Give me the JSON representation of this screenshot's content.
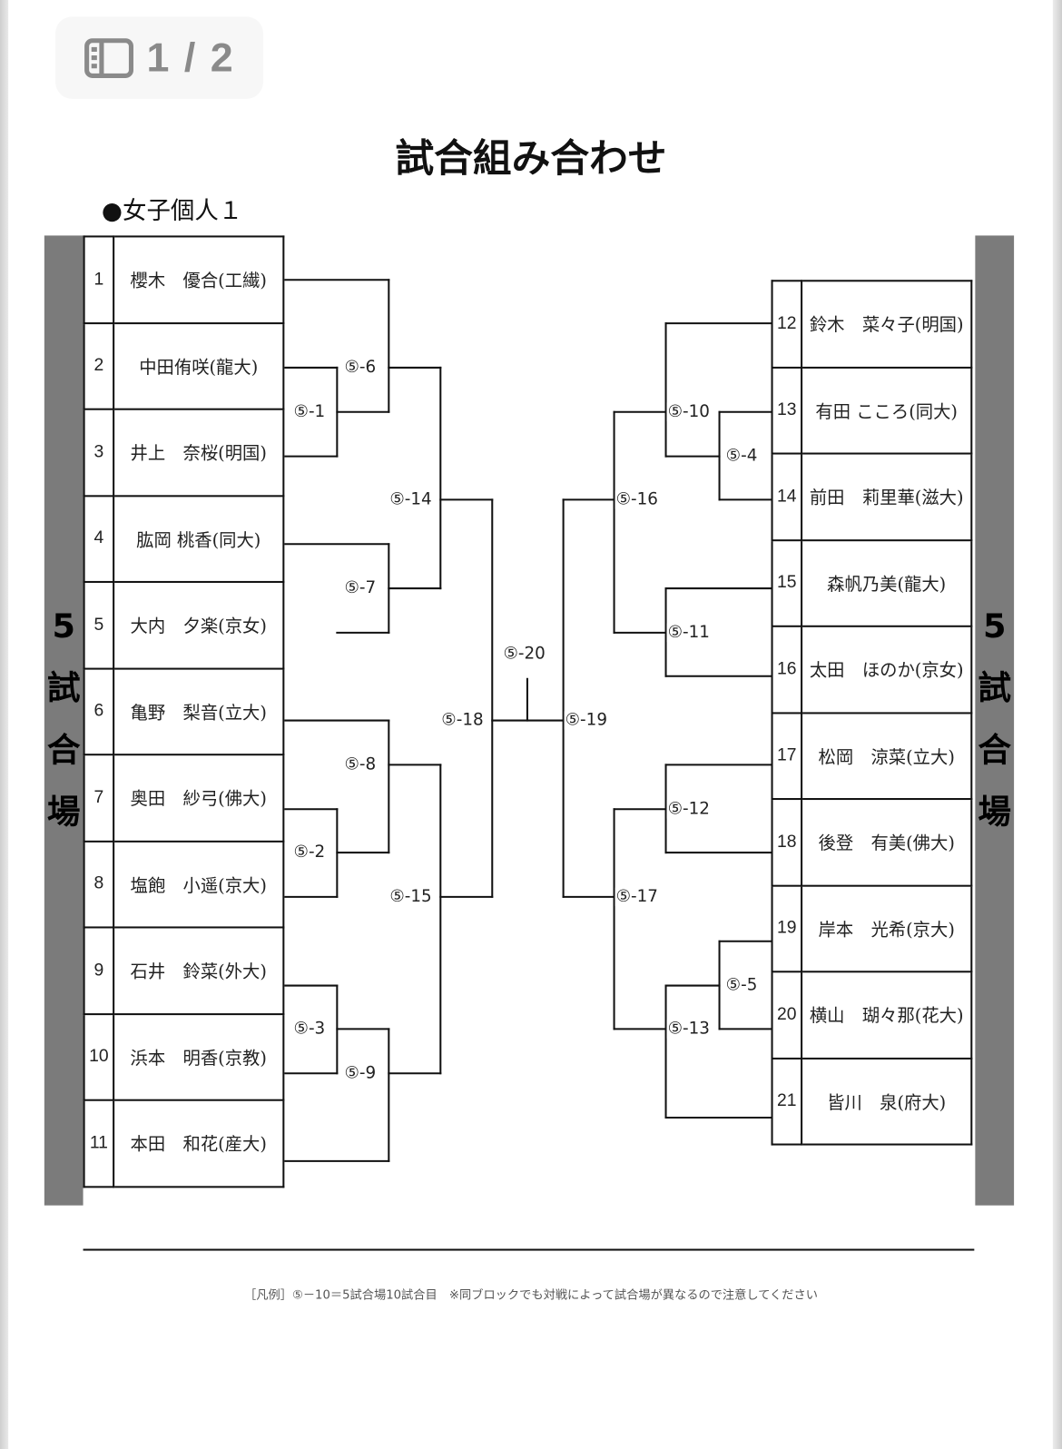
{
  "viewer": {
    "page_indicator": "1 / 2",
    "icon": "sidebar-icon"
  },
  "document": {
    "title": "試合組み合わせ",
    "subtitle": "●女子個人１",
    "venue_label": [
      "5",
      "試",
      "合",
      "場"
    ],
    "left_entries": [
      {
        "no": "1",
        "name": "櫻木　優合(工繊)"
      },
      {
        "no": "2",
        "name": "中田侑咲(龍大)"
      },
      {
        "no": "3",
        "name": "井上　奈桜(明国)"
      },
      {
        "no": "4",
        "name": "肱岡 桃香(同大)"
      },
      {
        "no": "5",
        "name": "大内　夕楽(京女)"
      },
      {
        "no": "6",
        "name": "亀野　梨音(立大)"
      },
      {
        "no": "7",
        "name": "奥田　紗弓(佛大)"
      },
      {
        "no": "8",
        "name": "塩飽　小遥(京大)"
      },
      {
        "no": "9",
        "name": "石井　鈴菜(外大)"
      },
      {
        "no": "10",
        "name": "浜本　明香(京教)"
      },
      {
        "no": "11",
        "name": "本田　和花(産大)"
      }
    ],
    "right_entries": [
      {
        "no": "12",
        "name": "鈴木　菜々子(明国)"
      },
      {
        "no": "13",
        "name": "有田 こころ(同大)"
      },
      {
        "no": "14",
        "name": "前田　莉里華(滋大)"
      },
      {
        "no": "15",
        "name": "森帆乃美(龍大)"
      },
      {
        "no": "16",
        "name": "太田　ほのか(京女)"
      },
      {
        "no": "17",
        "name": "松岡　涼菜(立大)"
      },
      {
        "no": "18",
        "name": "後登　有美(佛大)"
      },
      {
        "no": "19",
        "name": "岸本　光希(京大)"
      },
      {
        "no": "20",
        "name": "横山　瑚々那(花大)"
      },
      {
        "no": "21",
        "name": "皆川　泉(府大)"
      }
    ],
    "matches": {
      "m1": "⑤-1",
      "m2": "⑤-2",
      "m3": "⑤-3",
      "m4": "⑤-4",
      "m5": "⑤-5",
      "m6": "⑤-6",
      "m7": "⑤-7",
      "m8": "⑤-8",
      "m9": "⑤-9",
      "m10": "⑤-10",
      "m11": "⑤-11",
      "m12": "⑤-12",
      "m13": "⑤-13",
      "m14": "⑤-14",
      "m15": "⑤-15",
      "m16": "⑤-16",
      "m17": "⑤-17",
      "m18": "⑤-18",
      "m19": "⑤-19",
      "m20": "⑤-20"
    },
    "footnote": "［凡例］⑤－10＝5試合場10試合目　※同ブロックでも対戦によって試合場が異なるので注意してください"
  }
}
